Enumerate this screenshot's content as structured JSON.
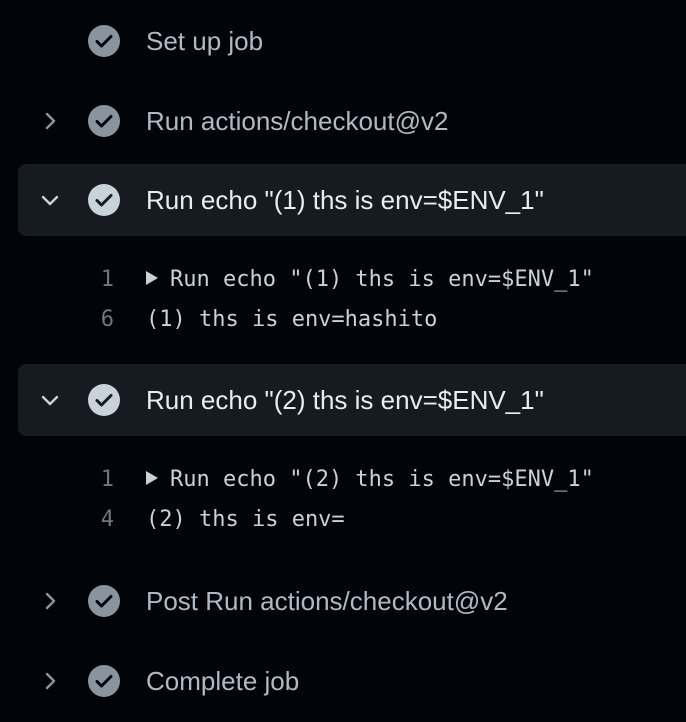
{
  "steps": [
    {
      "title": "Set up job",
      "status": "success",
      "expanded": false,
      "chevron": "none"
    },
    {
      "title": "Run actions/checkout@v2",
      "status": "success",
      "expanded": false,
      "chevron": "chevron-right-icon"
    },
    {
      "title": "Run echo \"(1) ths is env=$ENV_1\"",
      "status": "success",
      "expanded": true,
      "chevron": "chevron-down-icon",
      "log": [
        {
          "line": "1",
          "text": "Run echo \"(1) ths is env=$ENV_1\"",
          "collapsible": true
        },
        {
          "line": "6",
          "text": "(1) ths is env=hashito",
          "collapsible": false
        }
      ]
    },
    {
      "title": "Run echo \"(2) ths is env=$ENV_1\"",
      "status": "success",
      "expanded": true,
      "chevron": "chevron-down-icon",
      "log": [
        {
          "line": "1",
          "text": "Run echo \"(2) ths is env=$ENV_1\"",
          "collapsible": true
        },
        {
          "line": "4",
          "text": "(2) ths is env=",
          "collapsible": false
        }
      ]
    },
    {
      "title": "Post Run actions/checkout@v2",
      "status": "success",
      "expanded": false,
      "chevron": "chevron-right-icon"
    },
    {
      "title": "Complete job",
      "status": "success",
      "expanded": false,
      "chevron": "chevron-right-icon"
    }
  ],
  "colors": {
    "background": "#010409",
    "expanded_row": "#161b22",
    "success_icon": "#8b949e",
    "line_number": "#6e7681"
  }
}
